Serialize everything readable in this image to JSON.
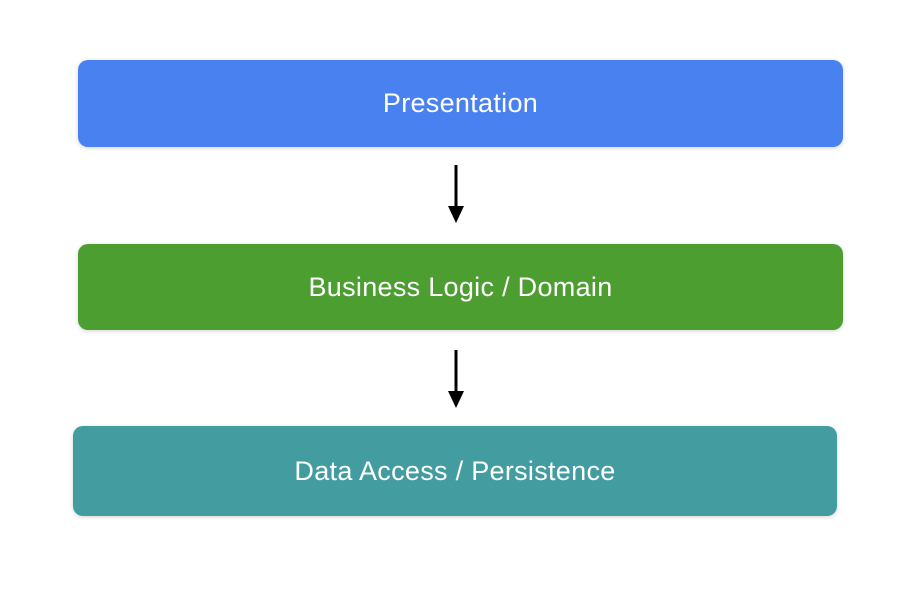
{
  "diagram": {
    "background_color": "#ffffff",
    "text_color": "#ffffff",
    "arrow_color": "#000000",
    "layers": [
      {
        "label": "Presentation",
        "fill": "#4a81f0"
      },
      {
        "label": "Business Logic / Domain",
        "fill": "#4d9e31"
      },
      {
        "label": "Data Access / Persistence",
        "fill": "#439ca0"
      }
    ]
  }
}
